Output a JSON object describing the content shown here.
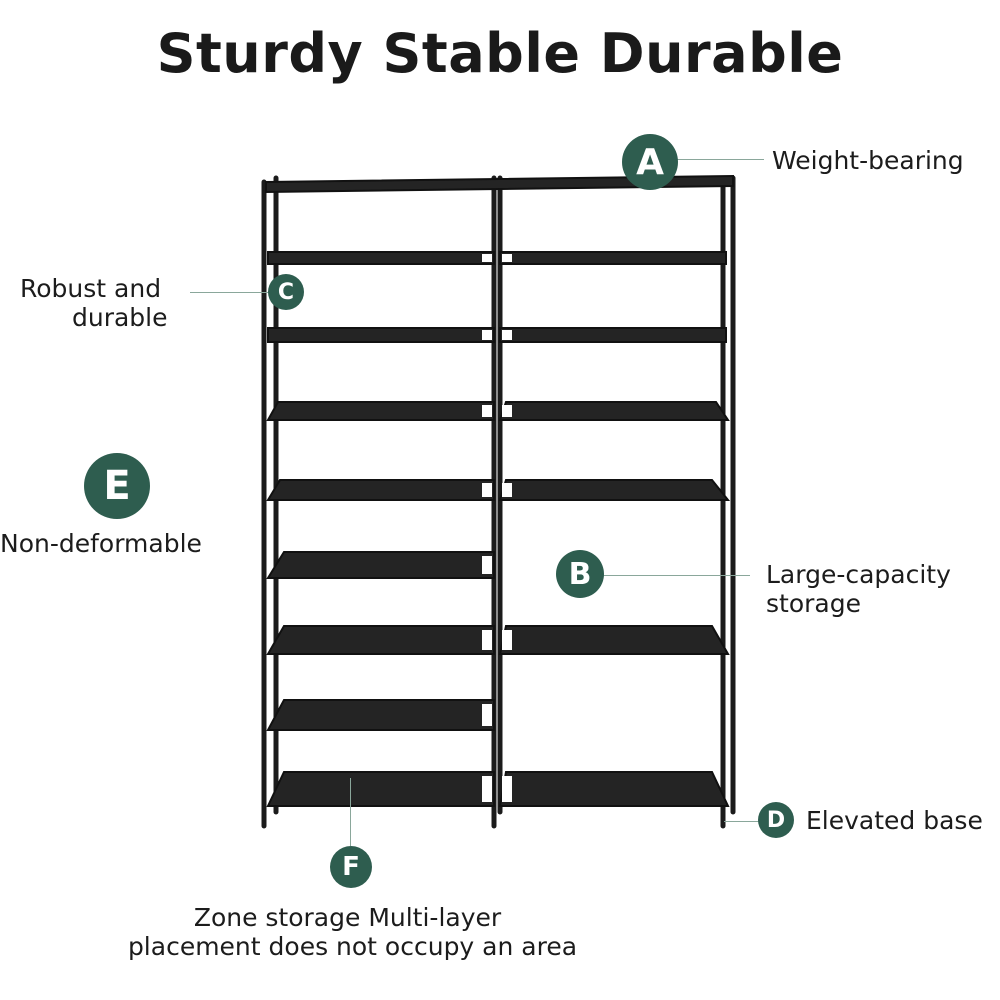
{
  "title": "Sturdy Stable Durable",
  "accent_color": "#2e5d4f",
  "features": {
    "a": {
      "letter": "A",
      "label": "Weight-bearing"
    },
    "b": {
      "letter": "B",
      "label_line1": "Large-capacity",
      "label_line2": "storage"
    },
    "c": {
      "letter": "C",
      "label_line1": "Robust and",
      "label_line2": "durable"
    },
    "d": {
      "letter": "D",
      "label": "Elevated base"
    },
    "e": {
      "letter": "E",
      "label": "Non-deformable"
    },
    "f": {
      "letter": "F",
      "label_line1": "Zone storage Multi-layer",
      "label_line2": "placement does not occupy an area"
    }
  }
}
